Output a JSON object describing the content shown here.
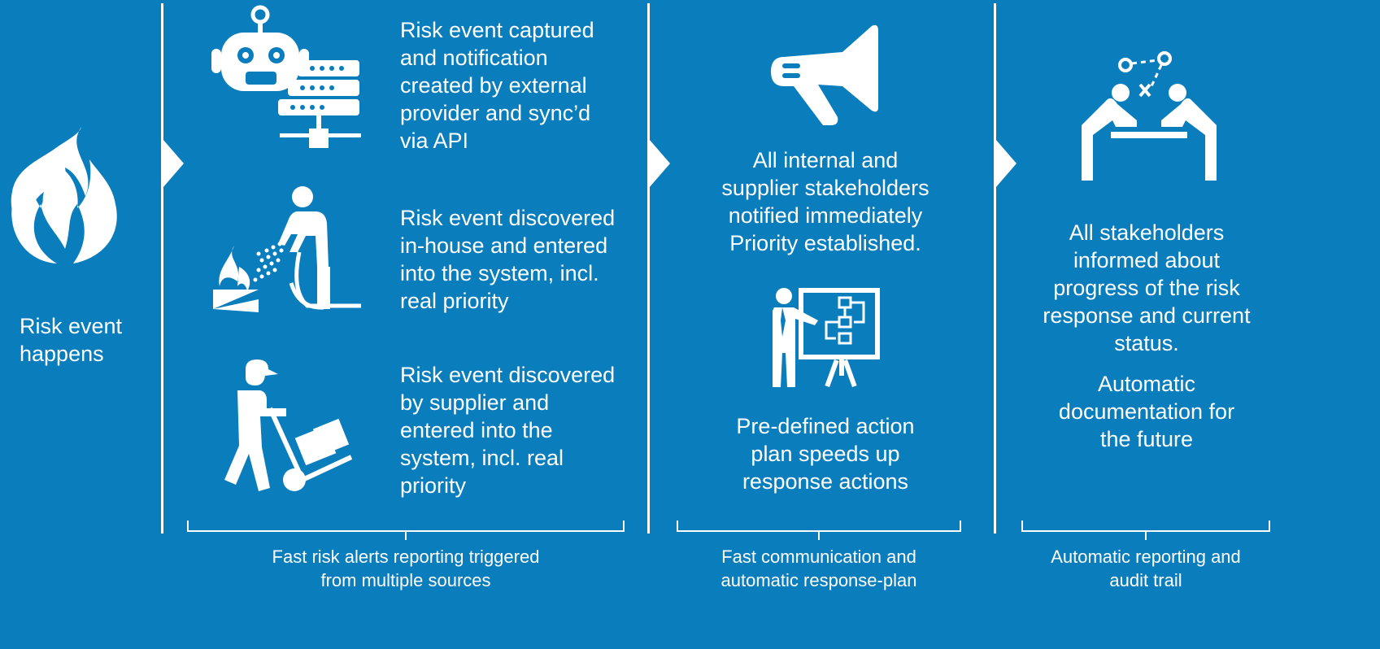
{
  "start": {
    "label": "Risk event\nhappens",
    "icon": "fire-icon"
  },
  "sources": [
    {
      "text": "Risk event captured\nand notification\ncreated by external\nprovider and sync’d\nvia API",
      "icon": "robot-server-icon"
    },
    {
      "text": "Risk event discovered\nin-house and entered\ninto the system, incl.\nreal priority",
      "icon": "fire-extinguisher-worker-icon"
    },
    {
      "text": "Risk event discovered\nby supplier and\nentered into the\nsystem, incl. real\npriority",
      "icon": "delivery-worker-icon"
    }
  ],
  "communication": [
    {
      "text": "All internal and\nsupplier stakeholders\nnotified immediately\nPriority established.",
      "icon": "megaphone-icon"
    },
    {
      "text": "Pre-defined action\nplan speeds up\nresponse actions",
      "icon": "presentation-plan-icon"
    }
  ],
  "reporting": {
    "text": "All stakeholders\ninformed about\nprogress of the risk\nresponse and current\nstatus.",
    "text2": "Automatic\ndocumentation for\nthe future",
    "icon": "strategy-meeting-icon"
  },
  "captions": [
    "Fast risk alerts reporting triggered\nfrom multiple sources",
    "Fast communication and\nautomatic response-plan",
    "Automatic reporting and\naudit trail"
  ],
  "colors": {
    "background": "#0a7dbd",
    "foreground": "#ffffff"
  }
}
